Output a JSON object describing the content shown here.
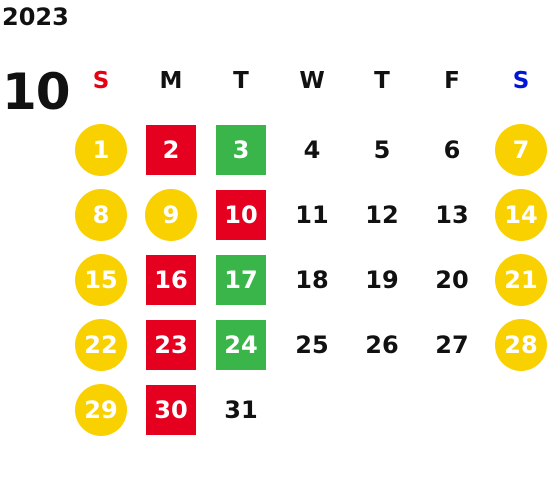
{
  "calendar": {
    "year": "2023",
    "month": "10",
    "weekdays": [
      {
        "label": "S",
        "color": "#e60012"
      },
      {
        "label": "M",
        "color": "#111111"
      },
      {
        "label": "T",
        "color": "#111111"
      },
      {
        "label": "W",
        "color": "#111111"
      },
      {
        "label": "T",
        "color": "#111111"
      },
      {
        "label": "F",
        "color": "#111111"
      },
      {
        "label": "S",
        "color": "#0015d6"
      }
    ],
    "colors": {
      "holiday_circle": "#f9d000",
      "red_square": "#e60020",
      "green_square": "#3ab54a",
      "plain_text": "#111111"
    },
    "weeks": [
      [
        {
          "day": "1",
          "style": "holiday_circle"
        },
        {
          "day": "2",
          "style": "red_square"
        },
        {
          "day": "3",
          "style": "green_square"
        },
        {
          "day": "4",
          "style": "plain"
        },
        {
          "day": "5",
          "style": "plain"
        },
        {
          "day": "6",
          "style": "plain"
        },
        {
          "day": "7",
          "style": "holiday_circle"
        }
      ],
      [
        {
          "day": "8",
          "style": "holiday_circle"
        },
        {
          "day": "9",
          "style": "holiday_circle"
        },
        {
          "day": "10",
          "style": "red_square"
        },
        {
          "day": "11",
          "style": "plain"
        },
        {
          "day": "12",
          "style": "plain"
        },
        {
          "day": "13",
          "style": "plain"
        },
        {
          "day": "14",
          "style": "holiday_circle"
        }
      ],
      [
        {
          "day": "15",
          "style": "holiday_circle"
        },
        {
          "day": "16",
          "style": "red_square"
        },
        {
          "day": "17",
          "style": "green_square"
        },
        {
          "day": "18",
          "style": "plain"
        },
        {
          "day": "19",
          "style": "plain"
        },
        {
          "day": "20",
          "style": "plain"
        },
        {
          "day": "21",
          "style": "holiday_circle"
        }
      ],
      [
        {
          "day": "22",
          "style": "holiday_circle"
        },
        {
          "day": "23",
          "style": "red_square"
        },
        {
          "day": "24",
          "style": "green_square"
        },
        {
          "day": "25",
          "style": "plain"
        },
        {
          "day": "26",
          "style": "plain"
        },
        {
          "day": "27",
          "style": "plain"
        },
        {
          "day": "28",
          "style": "holiday_circle"
        }
      ],
      [
        {
          "day": "29",
          "style": "holiday_circle"
        },
        {
          "day": "30",
          "style": "red_square"
        },
        {
          "day": "31",
          "style": "plain"
        }
      ]
    ]
  }
}
